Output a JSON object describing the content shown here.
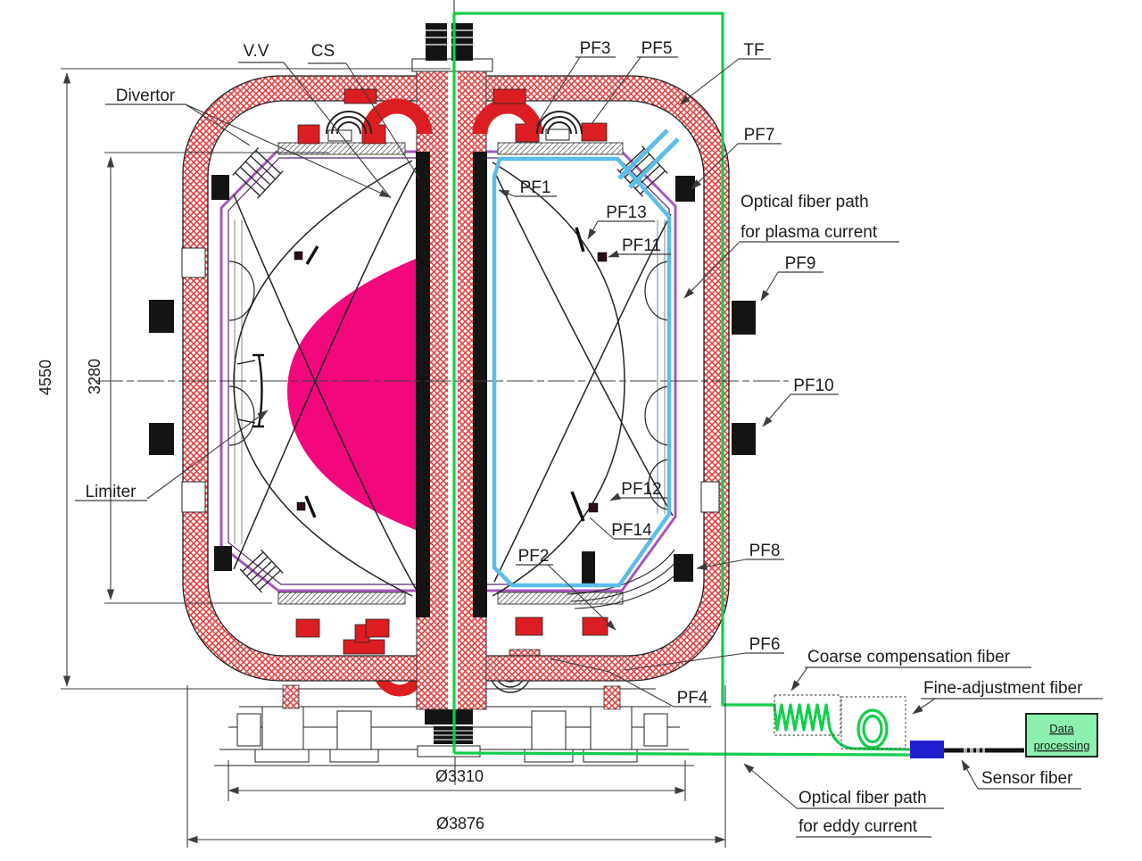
{
  "labels": {
    "vv": "V.V",
    "cs": "CS",
    "divertor": "Divertor",
    "limiter": "Limiter",
    "tf": "TF",
    "pf1": "PF1",
    "pf2": "PF2",
    "pf3": "PF3",
    "pf4": "PF4",
    "pf5": "PF5",
    "pf6": "PF6",
    "pf7": "PF7",
    "pf8": "PF8",
    "pf9": "PF9",
    "pf10": "PF10",
    "pf11": "PF11",
    "pf12": "PF12",
    "pf13": "PF13",
    "pf14": "PF14"
  },
  "fiber": {
    "plasma_path_line1": "Optical fiber path",
    "plasma_path_line2": "for plasma current",
    "eddy_path_line1": "Optical fiber path",
    "eddy_path_line2": "for eddy current",
    "coarse": "Coarse compensation fiber",
    "fine": "Fine-adjustment fiber",
    "sensor": "Sensor fiber"
  },
  "data_processing": {
    "line1": "Data",
    "line2": "processing"
  },
  "dimensions": {
    "total_height": "4550",
    "vessel_height": "3280",
    "inner_diameter": "Ø3310",
    "outer_diameter": "Ø3876"
  },
  "colors": {
    "fiber_green": "#12CE4B",
    "plasma_pink": "#F2077C",
    "coil_red": "#DC1E22",
    "vessel_purple": "#A855BD",
    "fiber_blue": "#5BBDE8",
    "connector_blue": "#1F1FCE",
    "data_box_green": "#8DF0AE"
  }
}
